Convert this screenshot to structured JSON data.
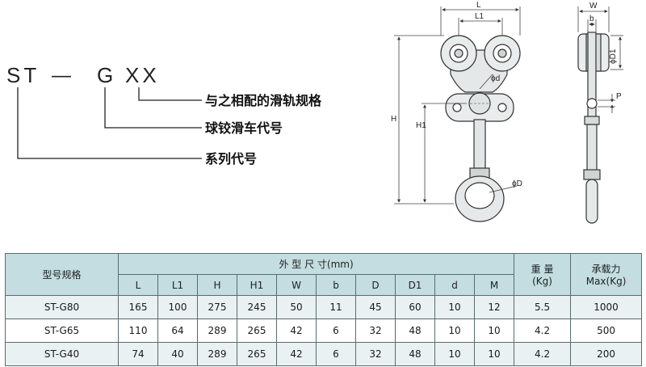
{
  "code": {
    "series": "ST",
    "dash": "—",
    "group": "G",
    "suffix": "XX",
    "labels": {
      "rail_spec": "与之相配的滑轨规格",
      "ball_hinge_code": "球铰滑车代号",
      "series_code": "系列代号"
    }
  },
  "drawing_labels": {
    "L": "L",
    "L1": "L1",
    "H": "H",
    "H1": "H1",
    "W": "W",
    "b": "b",
    "D1": "ϕD1",
    "d": "ϕd",
    "D": "ϕD",
    "P": "P"
  },
  "table": {
    "spec_header": "型号规格",
    "dims_header": "外 型 尺 寸(mm)",
    "weight_header": [
      "重 量",
      "(Kg)"
    ],
    "load_header": [
      "承载力",
      "Max(Kg)"
    ],
    "dim_columns": [
      "L",
      "L1",
      "H",
      "H1",
      "W",
      "b",
      "D",
      "D1",
      "d",
      "M"
    ],
    "rows": [
      {
        "model": "ST-G80",
        "dims": [
          "165",
          "100",
          "275",
          "245",
          "50",
          "11",
          "45",
          "60",
          "10",
          "12"
        ],
        "weight": "5.5",
        "load": "1000"
      },
      {
        "model": "ST-G65",
        "dims": [
          "110",
          "64",
          "289",
          "265",
          "42",
          "6",
          "32",
          "48",
          "10",
          "10"
        ],
        "weight": "4.2",
        "load": "500"
      },
      {
        "model": "ST-G40",
        "dims": [
          "74",
          "40",
          "289",
          "265",
          "42",
          "6",
          "32",
          "48",
          "10",
          "10"
        ],
        "weight": "4.2",
        "load": "200"
      }
    ]
  }
}
